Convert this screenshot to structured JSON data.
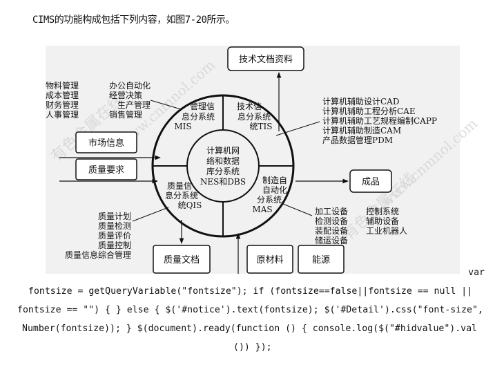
{
  "intro": "CIMS的功能构成包括下列内容，如图7-20所示。",
  "diagram": {
    "boxes": {
      "tech_docs": "技术文档资料",
      "market": "市场信息",
      "quality_req": "质量要求",
      "product": "成品",
      "quality_docs": "质量文档",
      "raw_material": "原材料",
      "energy": "能源"
    },
    "center": [
      "计算机网",
      "络和数据",
      "库分系统",
      "NES和DBS"
    ],
    "sectors": {
      "mis": [
        "管理信",
        "息分系统",
        "MIS"
      ],
      "tis": [
        "技术信",
        "息分系统",
        "统TIS"
      ],
      "qis": [
        "质量信",
        "息分系统",
        "统QIS"
      ],
      "mas": [
        "制造自",
        "自动化",
        "分系统",
        "MAS"
      ]
    },
    "left_top": {
      "col1": [
        "物料管理",
        "成本管理",
        "财务管理",
        "人事管理"
      ],
      "col2": [
        "办公自动化",
        "经营决策",
        "生产管理",
        "销售管理"
      ]
    },
    "right_top": [
      "计算机辅助设计CAD",
      "计算机辅助工程分析CAE",
      "计算机辅助工艺规程编制CAPP",
      "计算机辅助制造CAM",
      "产品数据管理PDM"
    ],
    "left_bottom": [
      "质量计划",
      "质量检测",
      "质量评价",
      "质量控制",
      "质量信息综合管理"
    ],
    "right_bottom": {
      "col1": [
        "加工设备",
        "检测设备",
        "装配设备",
        "储运设备"
      ],
      "col2": [
        "控制系统",
        "辅助设备",
        "工业机器人"
      ]
    },
    "watermarks": [
      "有色金属在线",
      "www.cnmnol.com",
      "有色金属在线",
      "www.cnmnol.com"
    ]
  },
  "code_lines": [
    "var",
    "fontsize = getQueryVariable(\"fontsize\"); if (fontsize==false||fontsize == null ||",
    "fontsize == \"\") { } else { $('#notice').text(fontsize); $('#Detail').css(\"font-size\",",
    "Number(fontsize)); } $(document).ready(function () { console.log($(\"#hidvalue\").val",
    "()) });"
  ]
}
